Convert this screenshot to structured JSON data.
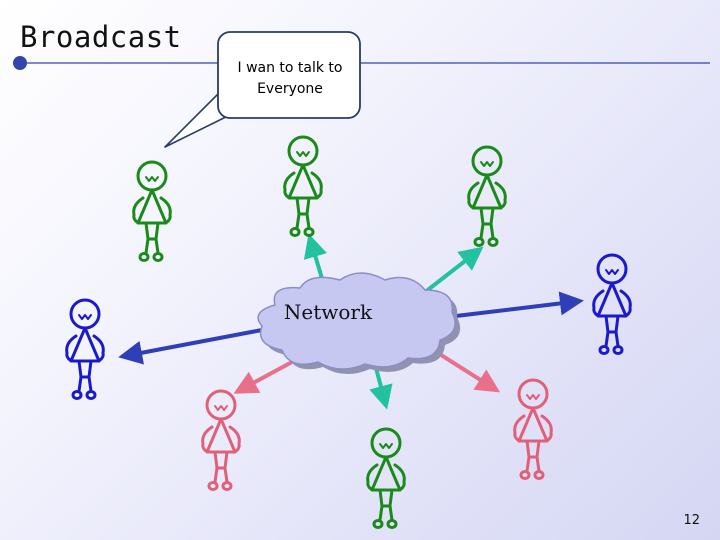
{
  "slide": {
    "title": "Broadcast",
    "callout_line1": "I wan to talk to",
    "callout_line2": "Everyone",
    "network_label": "Network",
    "page_number": "12"
  },
  "colors": {
    "green": "#1a8a1a",
    "blue": "#1a1acc",
    "red": "#e0607a",
    "arrow_teal": "#22c2a0",
    "arrow_blue": "#2f3fb8",
    "arrow_pink": "#e8708a",
    "title_rule": "#3344aa"
  },
  "figures": [
    {
      "id": "sender",
      "color": "green"
    },
    {
      "id": "top-center",
      "color": "green"
    },
    {
      "id": "top-right",
      "color": "green"
    },
    {
      "id": "far-right",
      "color": "blue"
    },
    {
      "id": "far-left",
      "color": "blue"
    },
    {
      "id": "bottom-left",
      "color": "red"
    },
    {
      "id": "bottom-center",
      "color": "green"
    },
    {
      "id": "bottom-right",
      "color": "red"
    }
  ]
}
